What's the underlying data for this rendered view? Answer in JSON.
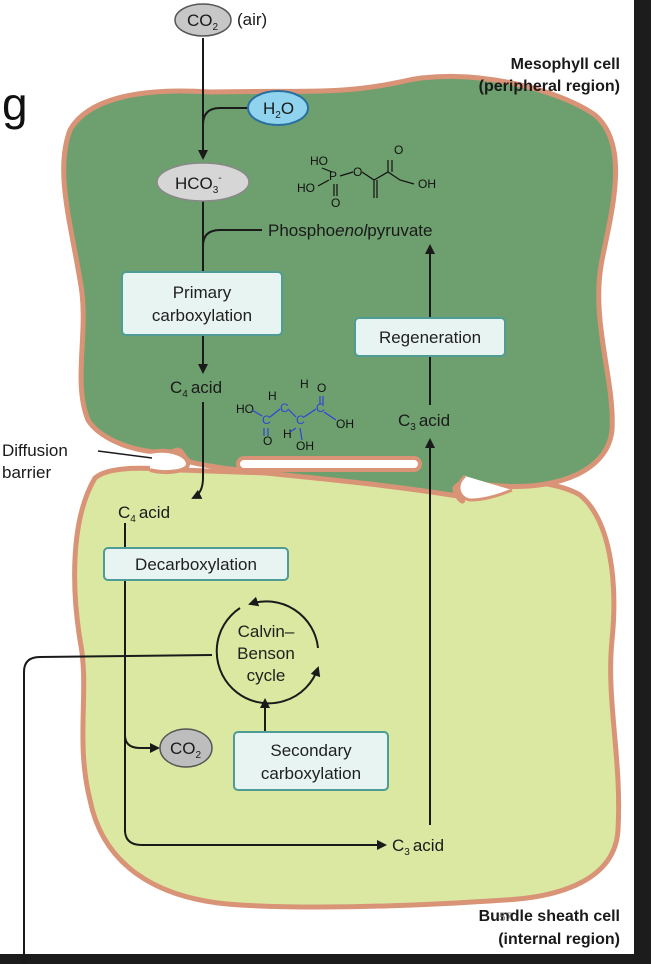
{
  "page_edge_letter": "g",
  "top": {
    "co2_label": "CO",
    "co2_sub": "2",
    "air_label": "(air)"
  },
  "water": {
    "label": "H",
    "sub": "2",
    "tail": "O"
  },
  "bicarbonate": {
    "label": "HCO",
    "sub": "3",
    "sup": "-"
  },
  "molecules": {
    "pep": {
      "name_pre": "Phospho",
      "name_italic": "enol",
      "name_post": "pyruvate",
      "atoms": [
        "HO",
        "HO",
        "P",
        "O",
        "O",
        "O",
        "OH",
        "O"
      ]
    },
    "malate": {
      "atoms": [
        "HO",
        "O",
        "H",
        "H",
        "H",
        "O",
        "OH",
        "OH"
      ],
      "carbons": [
        "C",
        "C",
        "C",
        "C"
      ]
    }
  },
  "mesophyll": {
    "title": "Mesophyll cell",
    "subtitle": "(peripheral region)"
  },
  "bundle_sheath": {
    "title_pre": "Bundle",
    "title_post": "sheath cell",
    "subtitle": "(internal region)",
    "overlay_digits": "57"
  },
  "boxes": {
    "primary": {
      "line1": "Primary",
      "line2": "carboxylation"
    },
    "regeneration": "Regeneration",
    "decarboxylation": "Decarboxylation",
    "secondary": {
      "line1": "Secondary",
      "line2": "carboxylation"
    }
  },
  "acids": {
    "c4_upper": {
      "pre": "C",
      "sub": "4",
      "post": "acid"
    },
    "c3_upper": {
      "pre": "C",
      "sub": "3",
      "post": "acid"
    },
    "c4_lower": {
      "pre": "C",
      "sub": "4",
      "post": "acid"
    },
    "c3_lower": {
      "pre": "C",
      "sub": "3",
      "post": "acid"
    }
  },
  "inner_co2": {
    "label": "CO",
    "sub": "2"
  },
  "calvin": {
    "line1": "Calvin–",
    "line2": "Benson",
    "line3": "cycle"
  },
  "diffusion": {
    "line1": "Diffusion",
    "line2": "barrier"
  },
  "colors": {
    "mesophyll_fill": "#6e9f6e",
    "bundle_fill": "#dbe8a2",
    "membrane": "#d99477",
    "box_fill": "#e8f4f1",
    "box_stroke": "#4e9c95",
    "water_fill": "#8fd3ee",
    "gray_oval": "#c7c7c7",
    "carbon_blue": "#2b46d6"
  }
}
